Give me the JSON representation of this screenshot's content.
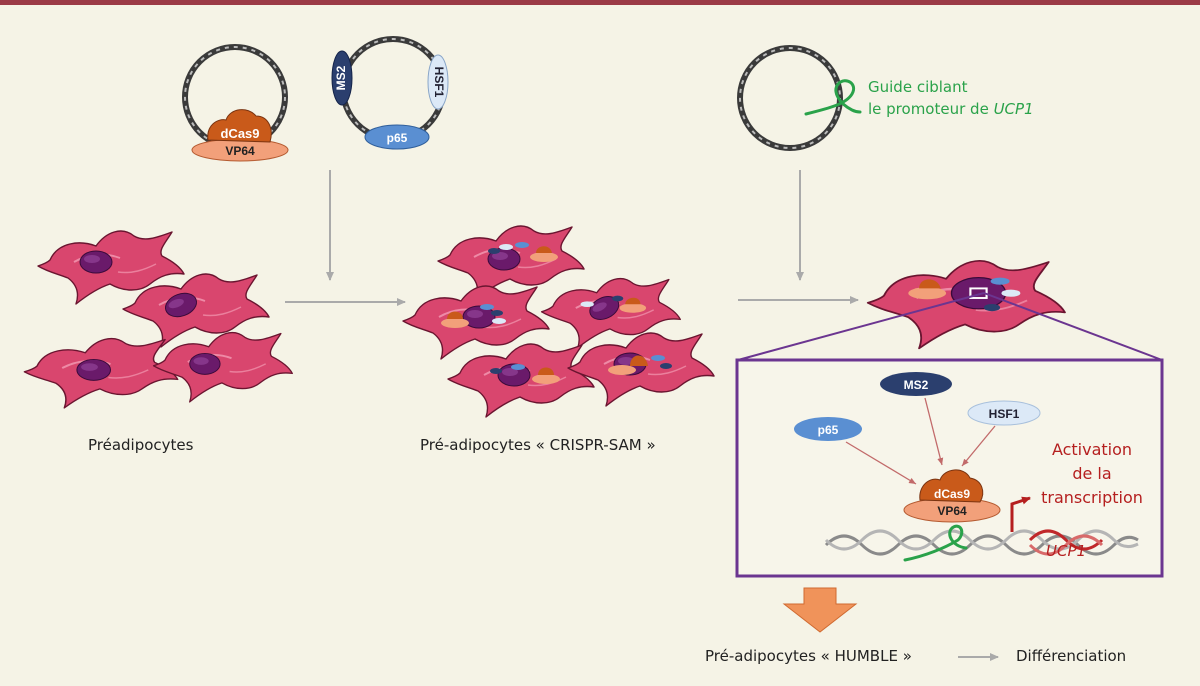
{
  "plasmids": {
    "dcas9": "dCas9",
    "vp64": "VP64",
    "ms2": "MS2",
    "hsf1": "HSF1",
    "p65": "p65"
  },
  "guide": {
    "line1": "Guide ciblant",
    "line2_prefix": "le promoteur de ",
    "line2_gene": "UCP1"
  },
  "captions": {
    "preadipocytes": "Préadipocytes",
    "crispr_sam": "Pré-adipocytes « CRISPR-SAM »",
    "humble": "Pré-adipocytes « HUMBLE »",
    "differenciation": "Différenciation"
  },
  "zoom": {
    "ms2": "MS2",
    "hsf1": "HSF1",
    "p65": "p65",
    "dcas9": "dCas9",
    "vp64": "VP64",
    "activation_l1": "Activation",
    "activation_l2": "de la",
    "activation_l3": "transcription",
    "gene": "UCP1"
  },
  "colors": {
    "background": "#f5f3e6",
    "top_bar": "#9b3a46",
    "cell": "#d9466e",
    "nucleus": "#6a1a6a",
    "dcas9": "#c95a1a",
    "vp64": "#f2a07a",
    "ms2": "#2b3f6e",
    "p65": "#5a8fd2",
    "hsf1": "#dce9f7",
    "guide": "#2aa24a",
    "zoom_frame": "#6b3590",
    "activation": "#b51f1f",
    "arrows": "#aaaaaa",
    "big_arrow": "#f0935a"
  },
  "icons": [
    "plasmid-icon",
    "cell-icon",
    "arrow-icon",
    "dna-icon"
  ]
}
